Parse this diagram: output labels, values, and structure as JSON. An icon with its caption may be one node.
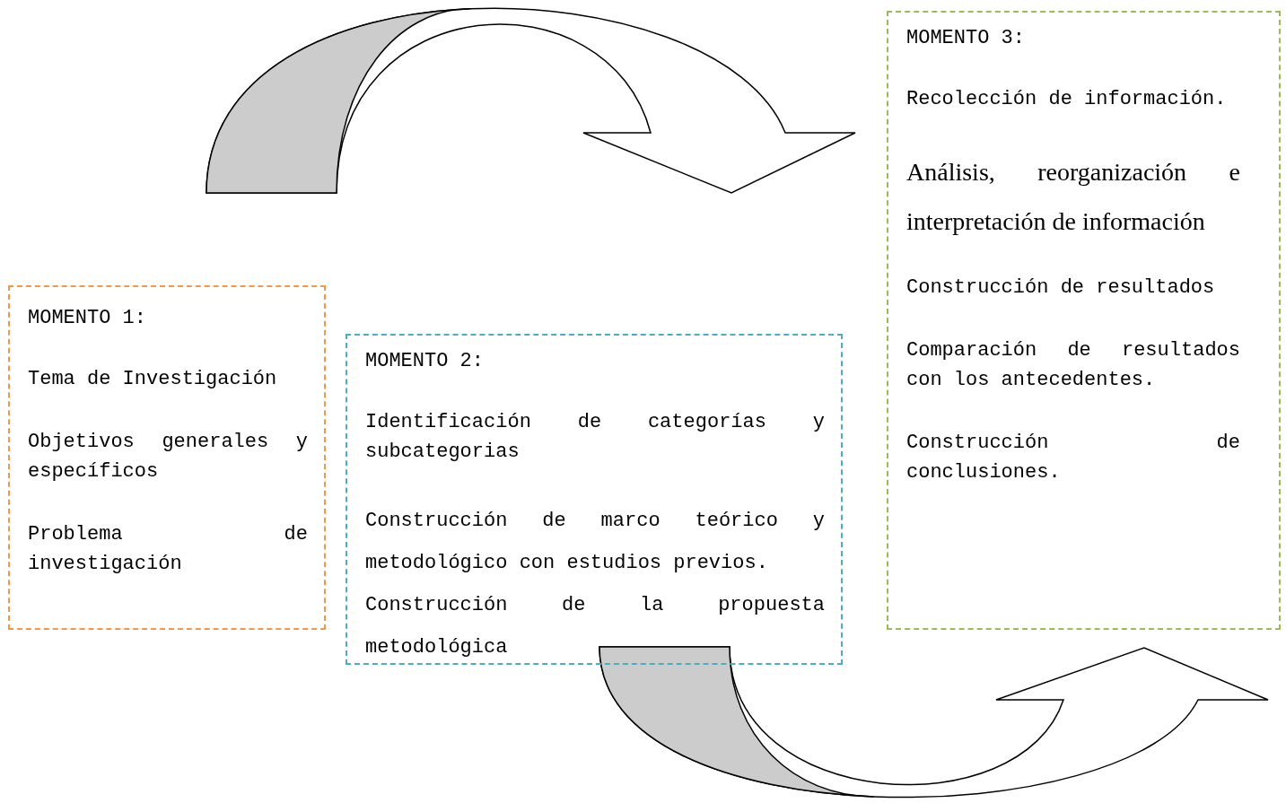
{
  "diagram": {
    "nodes": [
      {
        "text": [
          "MOMENTO 1:",
          "Tema de Investigación",
          "Objetivos generales y específicos",
          "Problema de investigación"
        ]
      },
      {
        "text": [
          "MOMENTO 2:",
          "Identificación de categorías y subcategorias",
          "Construcción de marco teórico y metodológico con estudios previos.",
          "Construcción de la propuesta metodológica"
        ]
      },
      {
        "text": [
          "MOMENTO 3:",
          "Recolección de información.",
          "Análisis, reorganización e interpretación de información",
          "Construcción de resultados",
          "Comparación de resultados con los antecedentes.",
          "Construcción de conclusiones."
        ]
      }
    ],
    "edges": [
      {
        "from": 0,
        "to": 1,
        "arrow": "to"
      },
      {
        "from": 1,
        "to": 2,
        "arrow": "to"
      }
    ]
  }
}
